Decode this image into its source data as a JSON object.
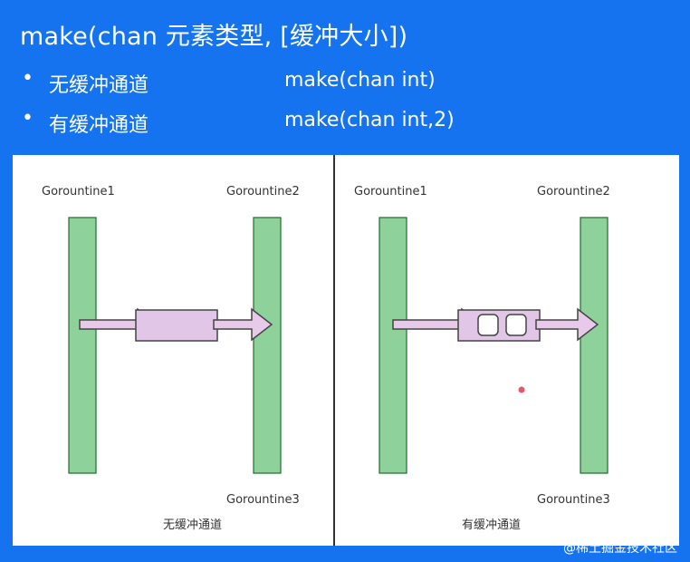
{
  "slide": {
    "title": "make(chan 元素类型, [缓冲大小])",
    "bullets": [
      {
        "dot": "•",
        "label": "无缓冲通道",
        "code": "make(chan int)"
      },
      {
        "dot": "•",
        "label": "有缓冲通道",
        "code": "make(chan int,2)"
      }
    ]
  },
  "diagram": {
    "left": {
      "g1": "Gorountine1",
      "g2": "Gorountine2",
      "g3": "Gorountine3",
      "caption": "无缓冲通道"
    },
    "right": {
      "g1": "Gorountine1",
      "g2": "Gorountine2",
      "g3": "Gorountine3",
      "caption": "有缓冲通道"
    }
  },
  "watermark": "@稀土掘金技术社区",
  "colors": {
    "background": "#1673f0",
    "goroutine_bar": "#8fd19a",
    "bar_border": "#1f6b2b",
    "arrow_fill": "#e7c9ea",
    "channel_fill": "#e2c6e8",
    "outline": "#444444"
  }
}
